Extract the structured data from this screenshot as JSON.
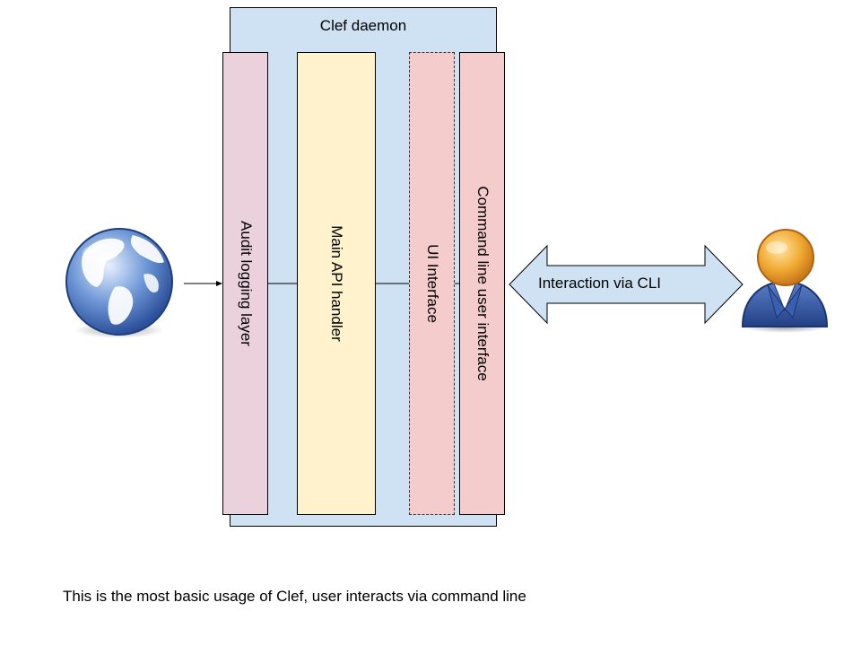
{
  "diagram": {
    "daemon_title": "Clef daemon",
    "layers": {
      "audit": "Audit logging layer",
      "main": "Main API handler",
      "ui": "UI Interface",
      "cli": "Command line user interface"
    },
    "interaction_label": "Interaction via CLI",
    "caption": "This is the most basic usage of Clef, user interacts via command line",
    "icons": {
      "globe": "globe-icon",
      "user": "user-icon"
    }
  }
}
